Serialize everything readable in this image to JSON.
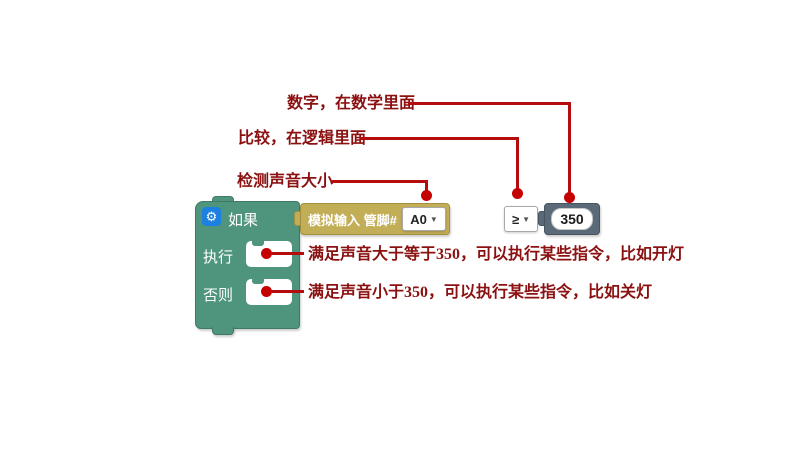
{
  "annotations": {
    "number": {
      "text": "数字，在数学里面"
    },
    "compare": {
      "text": "比较，在逻辑里面"
    },
    "detect": {
      "text": "检测声音大小"
    },
    "do_note": {
      "text": "满足声音大于等于350，可以执行某些指令，比如开灯"
    },
    "else_note": {
      "text": "满足声音小于350，可以执行某些指令，比如关灯"
    }
  },
  "blocks": {
    "if": {
      "label": "如果",
      "do_label": "执行",
      "else_label": "否则"
    },
    "analog_input": {
      "label": "模拟输入 管脚#",
      "pin": "A0"
    },
    "compare": {
      "operator": "≥"
    },
    "number": {
      "value": "350"
    }
  },
  "icons": {
    "gear": "⚙",
    "dropdown_arrow": "▼"
  },
  "colors": {
    "if_block": "#4f957e",
    "analog_block": "#c3ae58",
    "number_block": "#5a6a78",
    "gear_button": "#1d7fe0",
    "annotation_text": "#8b1111",
    "annotation_line": "#b50d0d",
    "annotation_dot": "#c40000"
  }
}
